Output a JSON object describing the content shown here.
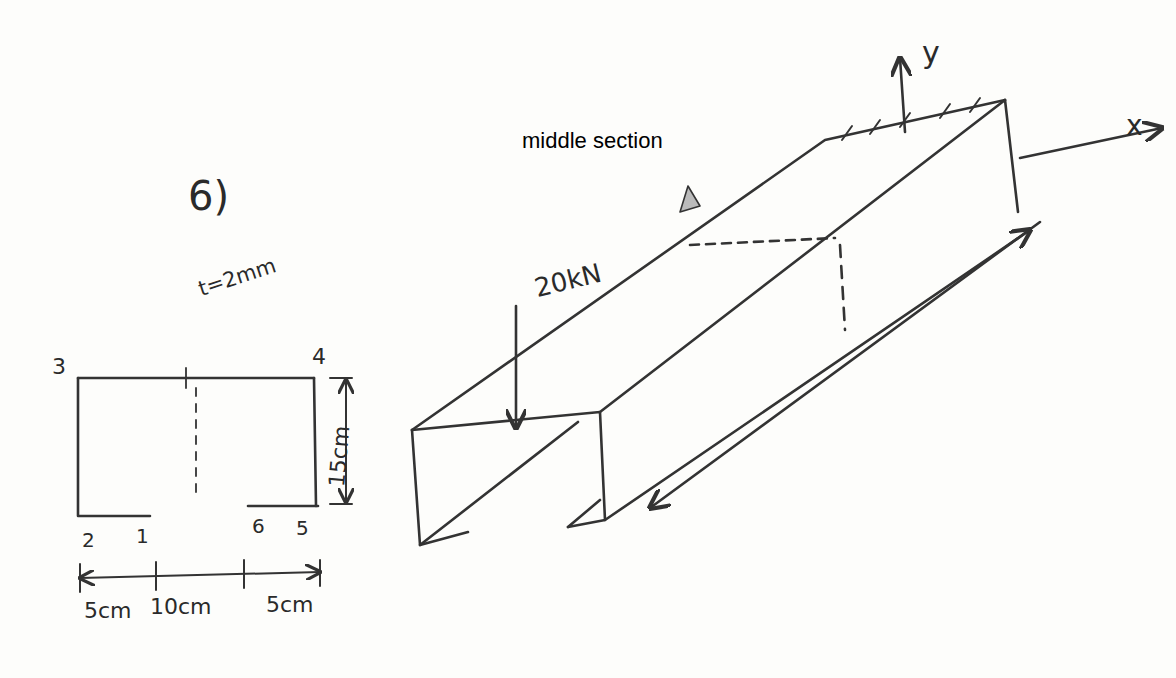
{
  "diagram": {
    "labels": [
      "6)",
      "t=2mm",
      "3",
      "4",
      "15cm",
      "2",
      "1",
      "6",
      "5",
      "5cm",
      "10cm",
      "5cm",
      "middle section",
      "20kN",
      "y",
      "x"
    ]
  }
}
